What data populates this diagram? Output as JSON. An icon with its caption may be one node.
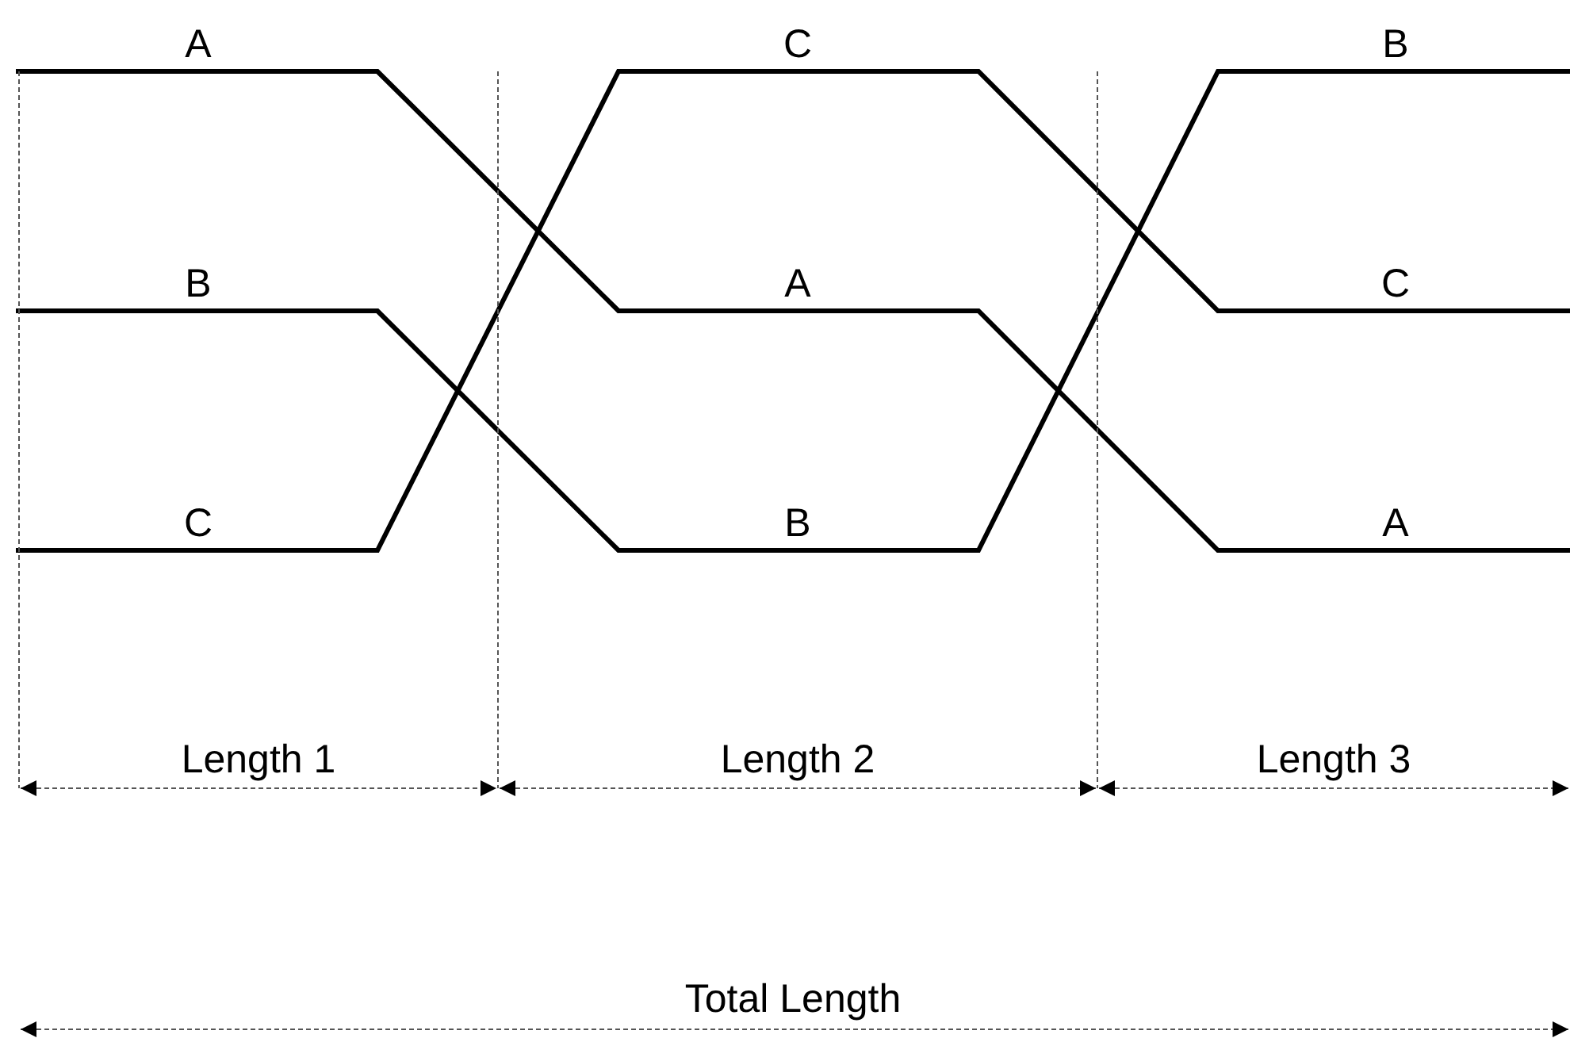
{
  "diagram": {
    "labels": [
      "A",
      "C",
      "B",
      "B",
      "A",
      "C",
      "C",
      "B",
      "A",
      "Length 1",
      "Length 2",
      "Length 3",
      "Total Length"
    ]
  }
}
